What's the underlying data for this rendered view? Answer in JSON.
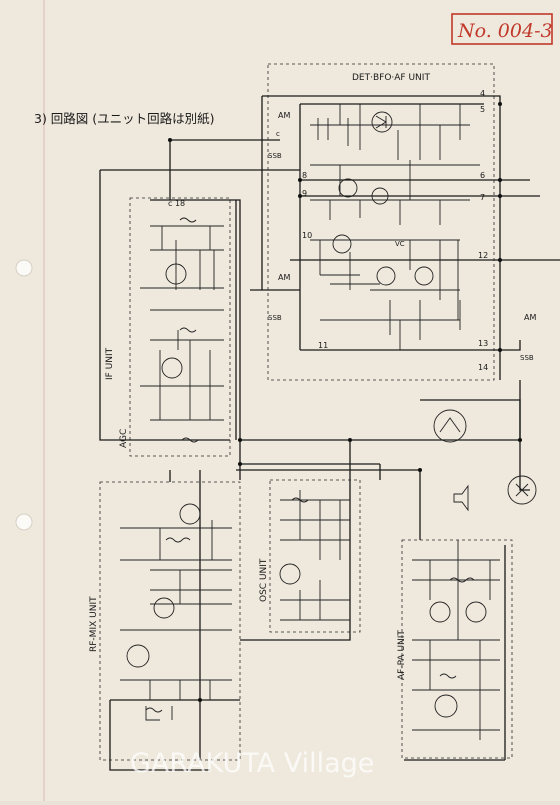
{
  "doc_number": "No. 004-3",
  "heading": "3) 回路図 (ユニット回路は別紙)",
  "units": {
    "det_bfo_af": "DET·BFO·AF UNIT",
    "if_unit": "IF UNIT",
    "agc": "AGC",
    "rf_mix": "RF-MIX UNIT",
    "osc": "OSC UNIT",
    "af_pa": "AF-PA UNIT"
  },
  "switch_labels": {
    "am_top": "AM",
    "ssb_top": "SSB",
    "am_mid": "AM",
    "ssb_mid": "SSB",
    "am_right": "AM",
    "ssb_right": "SSB"
  },
  "terminals": {
    "t4": "4",
    "t5": "5",
    "t6": "6",
    "t7": "7",
    "t8": "8",
    "t9": "9",
    "t10": "10",
    "t11": "11",
    "t12": "12",
    "t13": "13",
    "t14": "14"
  },
  "component_labels": {
    "vc": "VC",
    "c18": "c 18",
    "sw_c": "c"
  },
  "watermark": "GARAKUTA Village",
  "colors": {
    "paper": "#efe9dd",
    "ink": "#1b1b1b",
    "tag": "#c0392b"
  }
}
